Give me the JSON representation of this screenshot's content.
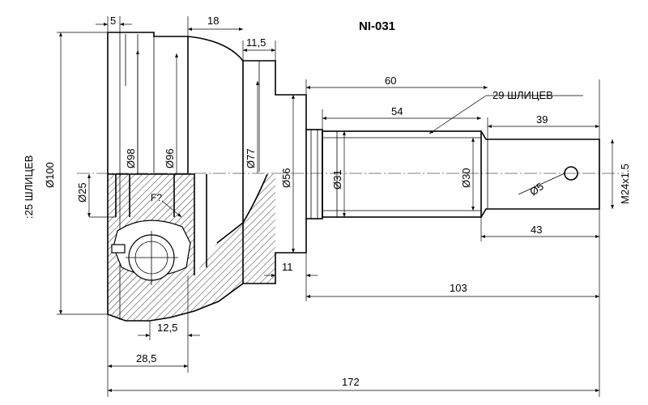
{
  "title": "NI-031",
  "dimensions": {
    "d_5": "5",
    "d_18": "18",
    "d_11_5": "11,5",
    "d_60": "60",
    "d_54": "54",
    "d_39": "39",
    "d_43": "43",
    "d_103": "103",
    "d_11": "11",
    "d_12_5": "12,5",
    "d_28_5": "28,5",
    "d_172": "172"
  },
  "diameters": {
    "dia_100": "Ø100",
    "dia_98": "Ø98",
    "dia_96": "Ø96",
    "dia_77": "Ø77",
    "dia_56": "Ø56",
    "dia_31": "Ø31",
    "dia_30": "Ø30",
    "dia_25": "Ø25",
    "dia_5": "Ø5"
  },
  "labels": {
    "outer_splines": "29 ШЛИЦЕВ",
    "inner_splines": ":25 ШЛИЦЕВ",
    "thread": "M24x1.5",
    "f_mark": "F?"
  },
  "colors": {
    "ink": "#000000",
    "paper": "#ffffff"
  }
}
